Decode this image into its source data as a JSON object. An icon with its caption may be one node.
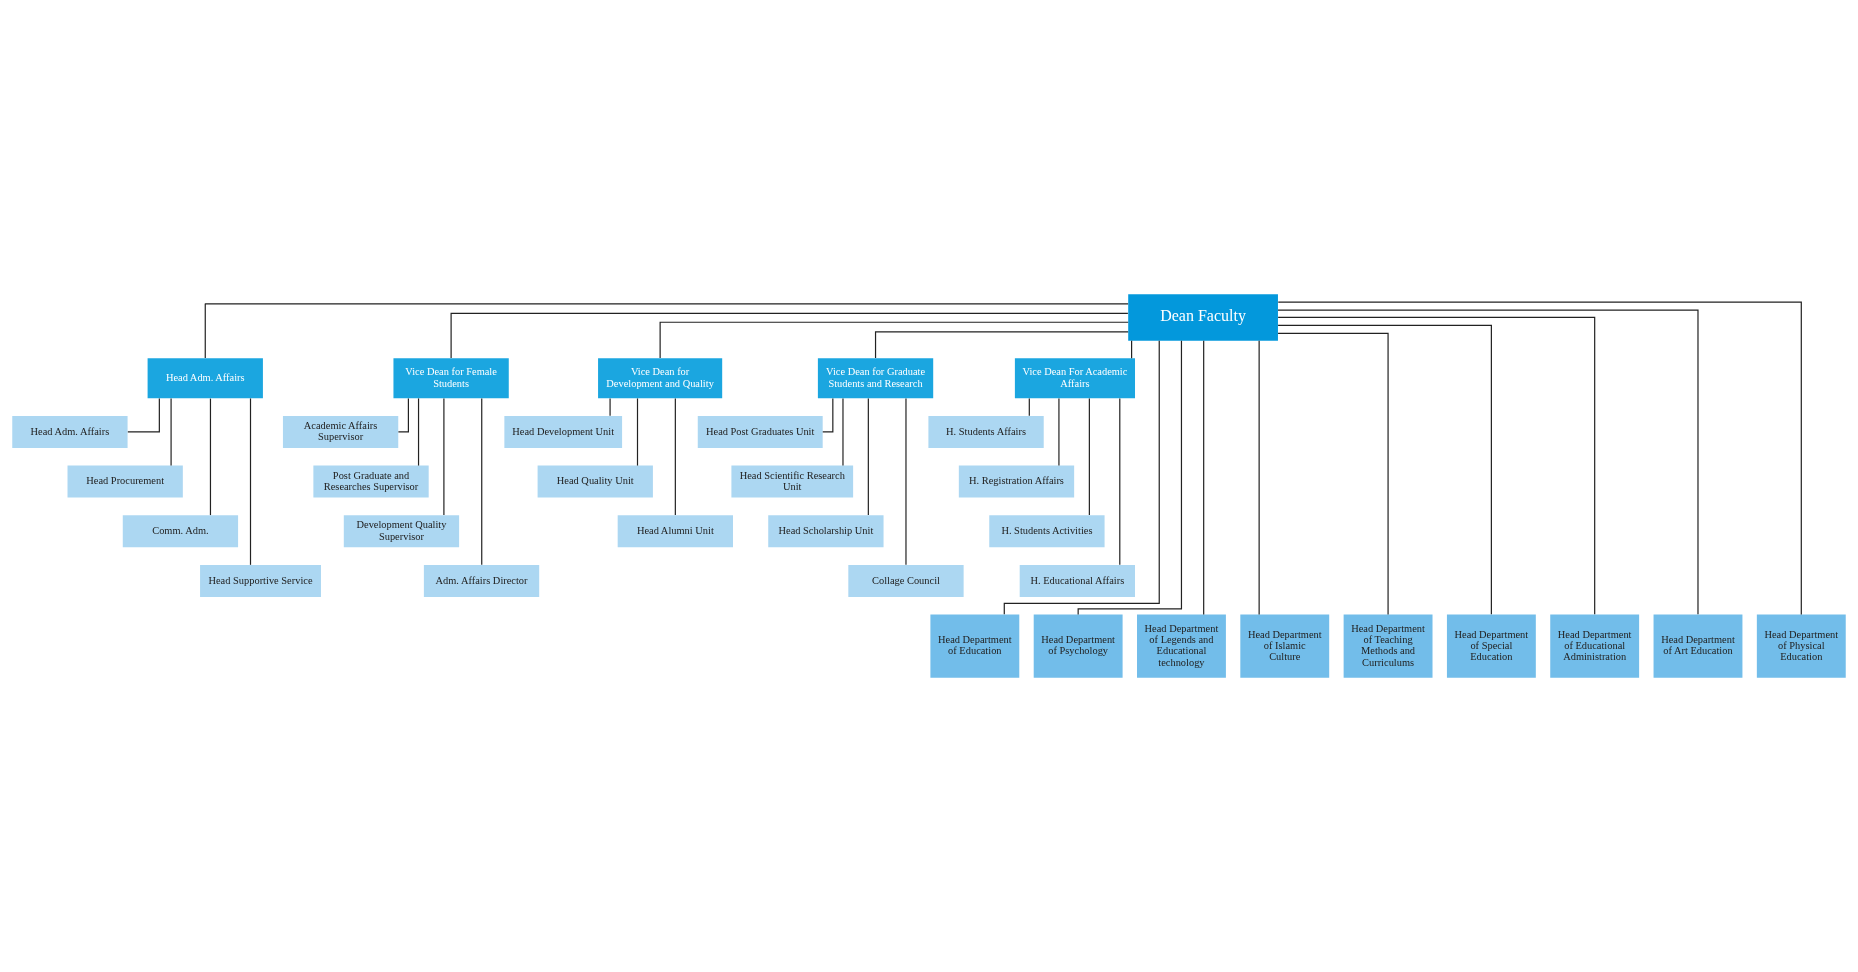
{
  "diagram": {
    "nodes": [
      {
        "text": [
          "Dean Faculty"
        ]
      },
      {
        "text": [
          "Head Adm. Affairs"
        ]
      },
      {
        "text": [
          "Vice Dean for Female Students"
        ]
      },
      {
        "text": [
          "Vice Dean for Development and Quality"
        ]
      },
      {
        "text": [
          "Vice Dean for Graduate Students and Research"
        ]
      },
      {
        "text": [
          "Vice Dean For Academic Affairs"
        ]
      },
      {
        "text": [
          "Head Adm. Affairs"
        ]
      },
      {
        "text": [
          "Head Procurement"
        ]
      },
      {
        "text": [
          "Comm. Adm."
        ]
      },
      {
        "text": [
          "Head Supportive Service"
        ]
      },
      {
        "text": [
          "Academic Affairs Supervisor"
        ]
      },
      {
        "text": [
          "Post Graduate and Researches Supervisor"
        ]
      },
      {
        "text": [
          "Development Quality Supervisor"
        ]
      },
      {
        "text": [
          "Adm. Affairs Director"
        ]
      },
      {
        "text": [
          "Head Development Unit"
        ]
      },
      {
        "text": [
          "Head Quality Unit"
        ]
      },
      {
        "text": [
          "Head Alumni Unit"
        ]
      },
      {
        "text": [
          "Head Post Graduates Unit"
        ]
      },
      {
        "text": [
          "Head Scientific Research Unit"
        ]
      },
      {
        "text": [
          "Head Scholarship Unit"
        ]
      },
      {
        "text": [
          "Collage Council"
        ]
      },
      {
        "text": [
          "H. Students Affairs"
        ]
      },
      {
        "text": [
          "H. Registration Affairs"
        ]
      },
      {
        "text": [
          "H. Students Activities"
        ]
      },
      {
        "text": [
          "H. Educational Affairs"
        ]
      },
      {
        "text": [
          "Head Department of Education"
        ]
      },
      {
        "text": [
          "Head Department of Psychology"
        ]
      },
      {
        "text": [
          "Head Department of Legends and Educational technology"
        ]
      },
      {
        "text": [
          "Head Department of Islamic Culture"
        ]
      },
      {
        "text": [
          "Head Department of Teaching Methods and Curriculums"
        ]
      },
      {
        "text": [
          "Head Department of Special Education"
        ]
      },
      {
        "text": [
          "Head Department of Educational Administration"
        ]
      },
      {
        "text": [
          "Head Department of Art Education"
        ]
      },
      {
        "text": [
          "Head Department of Physical Education"
        ]
      }
    ],
    "edges": [
      {
        "from": 0,
        "to": 1,
        "arrow": "none"
      },
      {
        "from": 0,
        "to": 2,
        "arrow": "none"
      },
      {
        "from": 0,
        "to": 3,
        "arrow": "none"
      },
      {
        "from": 0,
        "to": 4,
        "arrow": "none"
      },
      {
        "from": 0,
        "to": 5,
        "arrow": "none"
      },
      {
        "from": 1,
        "to": 6,
        "arrow": "none"
      },
      {
        "from": 1,
        "to": 7,
        "arrow": "none"
      },
      {
        "from": 1,
        "to": 8,
        "arrow": "none"
      },
      {
        "from": 1,
        "to": 9,
        "arrow": "none"
      },
      {
        "from": 2,
        "to": 10,
        "arrow": "none"
      },
      {
        "from": 2,
        "to": 11,
        "arrow": "none"
      },
      {
        "from": 2,
        "to": 12,
        "arrow": "none"
      },
      {
        "from": 2,
        "to": 13,
        "arrow": "none"
      },
      {
        "from": 3,
        "to": 14,
        "arrow": "none"
      },
      {
        "from": 3,
        "to": 15,
        "arrow": "none"
      },
      {
        "from": 3,
        "to": 16,
        "arrow": "none"
      },
      {
        "from": 4,
        "to": 17,
        "arrow": "none"
      },
      {
        "from": 4,
        "to": 18,
        "arrow": "none"
      },
      {
        "from": 4,
        "to": 19,
        "arrow": "none"
      },
      {
        "from": 4,
        "to": 20,
        "arrow": "none"
      },
      {
        "from": 5,
        "to": 21,
        "arrow": "none"
      },
      {
        "from": 5,
        "to": 22,
        "arrow": "none"
      },
      {
        "from": 5,
        "to": 23,
        "arrow": "none"
      },
      {
        "from": 5,
        "to": 24,
        "arrow": "none"
      },
      {
        "from": 0,
        "to": 25,
        "arrow": "none"
      },
      {
        "from": 0,
        "to": 26,
        "arrow": "none"
      },
      {
        "from": 0,
        "to": 27,
        "arrow": "none"
      },
      {
        "from": 0,
        "to": 28,
        "arrow": "none"
      },
      {
        "from": 0,
        "to": 29,
        "arrow": "none"
      },
      {
        "from": 0,
        "to": 30,
        "arrow": "none"
      },
      {
        "from": 0,
        "to": 31,
        "arrow": "none"
      },
      {
        "from": 0,
        "to": 32,
        "arrow": "none"
      },
      {
        "from": 0,
        "to": 33,
        "arrow": "none"
      }
    ]
  }
}
